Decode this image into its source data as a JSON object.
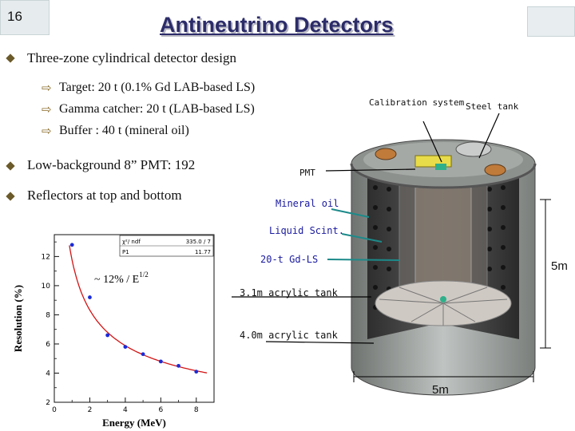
{
  "slide_number": "16",
  "title": "Antineutrino Detectors",
  "bullets": [
    "Three-zone cylindrical detector design",
    "Low-background 8” PMT: 192",
    "Reflectors at top and bottom"
  ],
  "sub_bullets": [
    "Target: 20 t (0.1% Gd LAB-based LS)",
    "Gamma catcher: 20 t (LAB-based LS)",
    "Buffer : 40 t (mineral oil)"
  ],
  "diagram_labels": {
    "calibration": "Calibration system",
    "steel_tank": "Steel tank",
    "pmt": "PMT",
    "mineral_oil": "Mineral oil",
    "liquid_scint": "Liquid Scint.",
    "gd_ls": "20-t Gd-LS",
    "acrylic_3m": "3.1m acrylic tank",
    "acrylic_4m": "4.0m acrylic tank",
    "height": "5m",
    "width": "5m"
  },
  "chart_data": {
    "type": "scatter",
    "xlabel": "Energy (MeV)",
    "ylabel": "Resolution (%)",
    "xlim": [
      0,
      9
    ],
    "ylim": [
      2,
      13.5
    ],
    "x_ticks": [
      "0",
      "2",
      "4",
      "6",
      "8"
    ],
    "y_ticks": [
      "2",
      "4",
      "6",
      "8",
      "10",
      "12"
    ],
    "annotation": "~ 12% / E",
    "annotation_sup": "1/2",
    "stats": [
      {
        "name": "χ²/ ndf",
        "value": "335.0  /  7"
      },
      {
        "name": "P1",
        "value": "11.77"
      }
    ],
    "points": [
      {
        "x": 1.0,
        "y": 12.8
      },
      {
        "x": 2.0,
        "y": 9.2
      },
      {
        "x": 3.0,
        "y": 6.6
      },
      {
        "x": 4.0,
        "y": 5.8
      },
      {
        "x": 5.0,
        "y": 5.3
      },
      {
        "x": 6.0,
        "y": 4.8
      },
      {
        "x": 7.0,
        "y": 4.5
      },
      {
        "x": 8.0,
        "y": 4.1
      }
    ],
    "fit_coefficient": 11.77,
    "colors": {
      "points": "#1a2bd8",
      "fit": "#d21414"
    }
  }
}
